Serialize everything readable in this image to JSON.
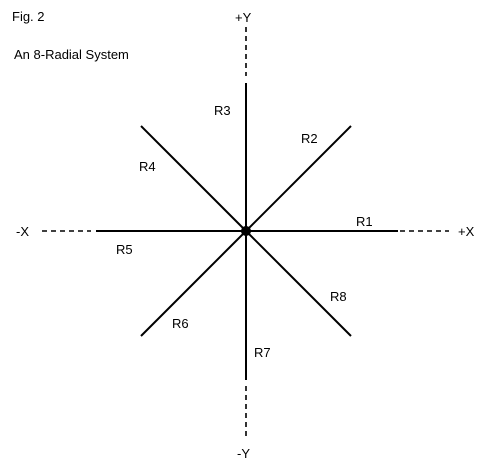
{
  "figure": {
    "number_label": "Fig. 2",
    "title": "An 8-Radial System"
  },
  "axes": {
    "pos_y": "+Y",
    "neg_y": "-Y",
    "pos_x": "+X",
    "neg_x": "-X"
  },
  "radials": [
    {
      "label": "R1"
    },
    {
      "label": "R2"
    },
    {
      "label": "R3"
    },
    {
      "label": "R4"
    },
    {
      "label": "R5"
    },
    {
      "label": "R6"
    },
    {
      "label": "R7"
    },
    {
      "label": "R8"
    }
  ],
  "colors": {
    "line": "#000000",
    "background": "#ffffff"
  }
}
